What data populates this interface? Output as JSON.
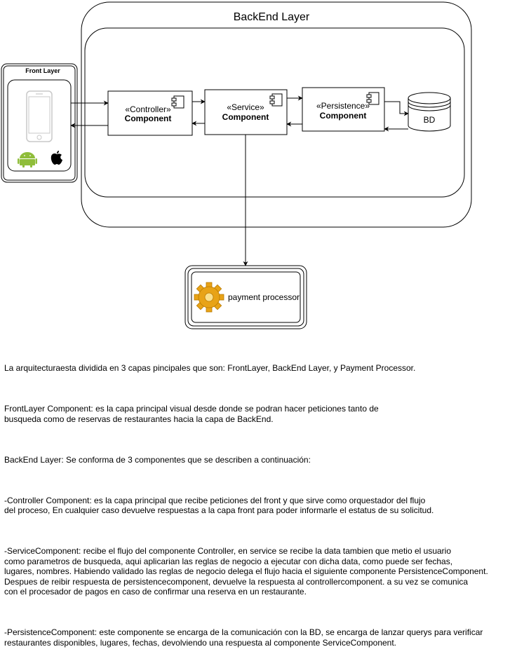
{
  "diagram": {
    "backend_title": "BackEnd Layer",
    "front_title": "Front Layer",
    "controller": {
      "stereotype": "«Controller»",
      "label": "Component"
    },
    "service": {
      "stereotype": "«Service»",
      "label": "Component"
    },
    "persistence": {
      "stereotype": "«Persistence»",
      "label": "Component"
    },
    "database": {
      "label": "BD"
    },
    "payment": {
      "label": "payment processor"
    }
  },
  "description": {
    "paragraphs": [
      "La arquitecturaesta dividida en 3 capas pincipales que son: FrontLayer, BackEnd Layer, y Payment Processor.",
      "FrontLayer Component: es la capa principal visual desde donde se podran hacer peticiones tanto de\nbusqueda como de reservas de restaurantes hacia la capa de BackEnd.",
      "BackEnd Layer: Se conforma de 3 componentes que se describen a continuación:",
      "-Controller Component: es la capa principal que recibe peticiones del front y que sirve como orquestador del flujo\ndel proceso, En cualquier caso devuelve respuestas a la capa front para poder informarle el estatus de su solicitud.",
      "-ServiceComponent: recibe el flujo del componente Controller, en service se recibe la data tambien que metio el usuario\ncomo parametros de busqueda, aqui aplicarian las reglas de negocio a ejecutar con dicha data, como puede ser fechas,\nlugares, nombres. Habiendo validado las reglas de negocio delega el flujo hacia el siguiente componente PersistenceComponent.\nDespues de reibir respuesta de persistencecomponent, devuelve la respuesta al controllercomponent. a su vez se comunica\ncon el procesador de pagos en caso de confirmar una reserva en un restaurante.",
      "-PersistenceComponent: este componente se encarga de la comunicación con la BD, se encarga de lanzar querys para verificar\nrestaurantes disponibles, lugares, fechas, devolviendo una respuesta al componente ServiceComponent."
    ]
  }
}
